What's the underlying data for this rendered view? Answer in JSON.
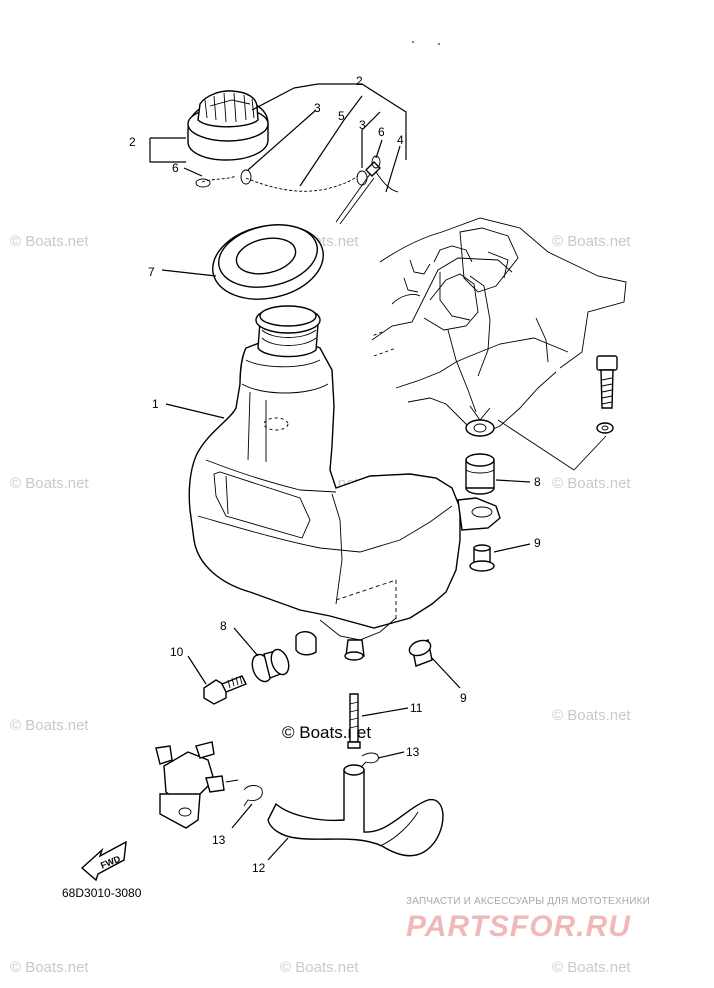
{
  "diagram": {
    "watermark_text": "© Boats.net",
    "diagram_code": "68D3010-3080",
    "fwd_label": "FWD",
    "brand_tagline": "ЗАПЧАСТИ И АКСЕССУАРЫ ДЛЯ МОТОТЕХНИКИ",
    "brand_name": "PARTSFOR.RU",
    "callouts": {
      "c2_top": "2",
      "c3_left": "3",
      "c5": "5",
      "c3_right": "3",
      "c6_right": "6",
      "c4": "4",
      "c2_left": "2",
      "c6_left": "6",
      "c7": "7",
      "c1": "1",
      "c8_right": "8",
      "c9_right": "9",
      "c8_left": "8",
      "c10": "10",
      "c9_bottom": "9",
      "c11": "11",
      "c13_right": "13",
      "c13_left": "13",
      "c12": "12"
    }
  }
}
